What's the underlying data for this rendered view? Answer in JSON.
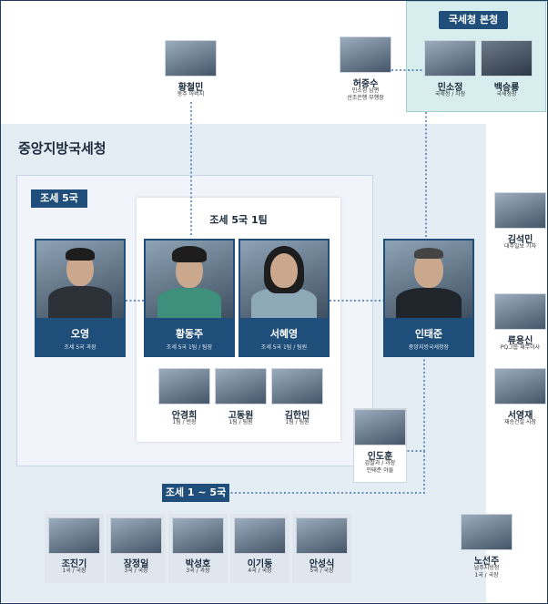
{
  "groups": {
    "hq": "국세청 본청",
    "central": "중앙지방국세청",
    "bureau5": "조세 5국",
    "team1": "조세 5국 1팀",
    "bureaus_range": "조세 1 ~ 5국"
  },
  "top": [
    {
      "name": "황철민",
      "role": "동주 아버지"
    },
    {
      "name": "허중수",
      "role": "민소정 남편\n선조은행 부행장"
    },
    {
      "name": "민소정",
      "role": "국세청 / 차장"
    },
    {
      "name": "백승룡",
      "role": "국세청장"
    }
  ],
  "main": [
    {
      "name": "오영",
      "role": "조세 5국 과장"
    },
    {
      "name": "황동주",
      "role": "조세 5국 1팀 / 팀장"
    },
    {
      "name": "서혜영",
      "role": "조세 5국 1팀 / 팀원"
    },
    {
      "name": "인태준",
      "role": "중앙지방국세청장"
    }
  ],
  "team_members": [
    {
      "name": "안경희",
      "role": "1팀 / 반장"
    },
    {
      "name": "고동원",
      "role": "1팀 / 팀원"
    },
    {
      "name": "김한빈",
      "role": "1팀 / 팀원"
    }
  ],
  "indohun": {
    "name": "인도훈",
    "role": "감찰과 / 과장\n인태준 아들"
  },
  "right": [
    {
      "name": "김석민",
      "role": "대주일보 기자"
    },
    {
      "name": "류용신",
      "role": "PQ그룹 재무이사"
    },
    {
      "name": "서영재",
      "role": "재승건설 사장"
    }
  ],
  "bureau_chiefs": [
    {
      "name": "조진기",
      "role": "1국 / 국장"
    },
    {
      "name": "장정일",
      "role": "3국 / 국장"
    },
    {
      "name": "박성호",
      "role": "3국 / 과장"
    },
    {
      "name": "이기동",
      "role": "4국 / 국장"
    },
    {
      "name": "안성식",
      "role": "5국 / 국장"
    }
  ],
  "noseonju": {
    "name": "노선주",
    "role": "남주지방청\n1국 / 국장"
  },
  "colors": {
    "navy": "#1e4e79",
    "line": "#3b6fa8",
    "hq_bg": "#d8eeee",
    "central_bg": "#e4ecf4"
  }
}
